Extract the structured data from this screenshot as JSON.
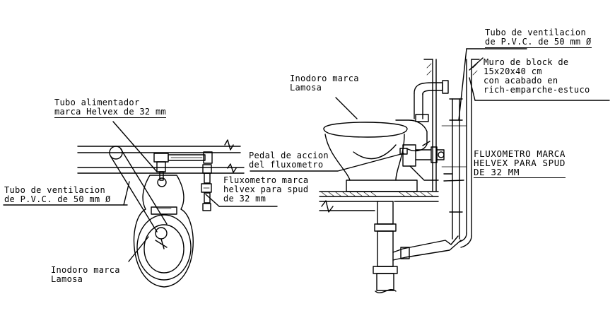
{
  "colors": {
    "line": "#000000",
    "background": "#ffffff"
  },
  "labels": {
    "plan_feed_tube": [
      "Tubo alimentador",
      "marca Helvex de 32 mm"
    ],
    "plan_vent_tube": [
      "Tubo de ventilacion",
      "de P.V.C. de 50 mm Ø"
    ],
    "plan_flushometer": [
      "Fluxometro marca",
      "helvex para spud",
      "de 32 mm"
    ],
    "plan_toilet": [
      "Inodoro marca",
      "Lamosa"
    ],
    "section_toilet": [
      "Inodoro marca",
      "Lamosa"
    ],
    "section_pedal": [
      "Pedal de accion",
      "del fluxometro"
    ],
    "section_flushometer": [
      "FLUXOMETRO MARCA",
      "HELVEX PARA SPUD",
      "DE 32 MM"
    ],
    "section_vent_tube": [
      "Tubo de ventilacion",
      "de P.V.C. de 50 mm Ø"
    ],
    "section_wall": [
      "Muro de block de",
      "15x20x40 cm",
      "con acabado en",
      "rich-emparche-estuco"
    ]
  }
}
